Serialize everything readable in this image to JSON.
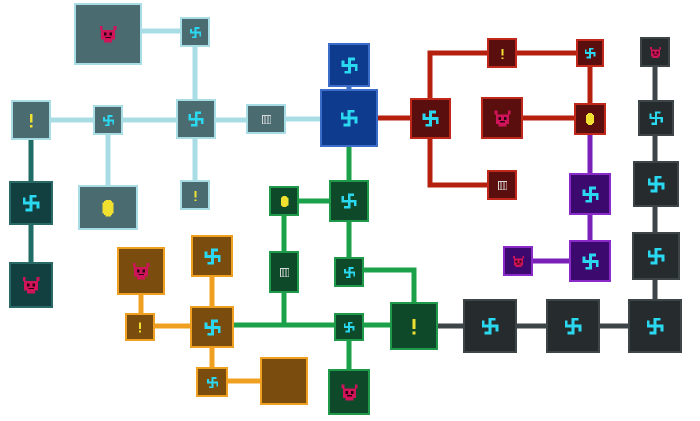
{
  "title": "",
  "palette": {
    "slate": {
      "fill": "#4a6b70",
      "border": "#a9dde6",
      "line": "#a9dde6"
    },
    "teal": {
      "fill": "#123f3f",
      "border": "#2a6a66",
      "line": "#1f6b66"
    },
    "blue": {
      "fill": "#0f3b8f",
      "border": "#3b6cc8",
      "line": "#3b6cc8"
    },
    "red": {
      "fill": "#5a0e0e",
      "border": "#c0281c",
      "line": "#b5200e"
    },
    "purple": {
      "fill": "#3c0a6e",
      "border": "#8a2bc9",
      "line": "#7a1fb8"
    },
    "green": {
      "fill": "#0e4a2a",
      "border": "#1f9a4a",
      "line": "#1aa14a"
    },
    "orange": {
      "fill": "#7a4d0e",
      "border": "#f0a020",
      "line": "#f0a020"
    },
    "dark": {
      "fill": "#262c2e",
      "border": "#3e4548",
      "line": "#3e4548"
    }
  },
  "icons": {
    "portal": {
      "name": "portal-swirl-icon",
      "color": "#2ad8f0"
    },
    "boss": {
      "name": "demon-skull-icon",
      "color": "#d0145a"
    },
    "key": {
      "name": "exclamation-icon",
      "color": "#f0e030"
    },
    "coin": {
      "name": "gold-coin-icon",
      "color": "#f0e030"
    },
    "gate": {
      "name": "iron-gate-icon",
      "color": "#d8d8d8"
    },
    "empty": {
      "name": "empty-room",
      "color": ""
    }
  },
  "rooms": [
    {
      "id": "s-boss",
      "zone": "slate",
      "icon": "boss"
    },
    {
      "id": "s-p1",
      "zone": "slate",
      "icon": "portal"
    },
    {
      "id": "s-key1",
      "zone": "slate",
      "icon": "key"
    },
    {
      "id": "s-p2",
      "zone": "slate",
      "icon": "portal"
    },
    {
      "id": "s-p3",
      "zone": "slate",
      "icon": "portal"
    },
    {
      "id": "s-gate",
      "zone": "slate",
      "icon": "gate"
    },
    {
      "id": "s-coin",
      "zone": "slate",
      "icon": "coin"
    },
    {
      "id": "s-key2",
      "zone": "slate",
      "icon": "key"
    },
    {
      "id": "t-p1",
      "zone": "teal",
      "icon": "portal"
    },
    {
      "id": "t-boss",
      "zone": "teal",
      "icon": "boss"
    },
    {
      "id": "b-top",
      "zone": "blue",
      "icon": "portal"
    },
    {
      "id": "b-main",
      "zone": "blue",
      "icon": "portal"
    },
    {
      "id": "r-key",
      "zone": "red",
      "icon": "key"
    },
    {
      "id": "r-ptop",
      "zone": "red",
      "icon": "portal"
    },
    {
      "id": "r-hub",
      "zone": "red",
      "icon": "portal"
    },
    {
      "id": "r-boss",
      "zone": "red",
      "icon": "boss"
    },
    {
      "id": "r-coin",
      "zone": "red",
      "icon": "coin"
    },
    {
      "id": "r-gate",
      "zone": "red",
      "icon": "gate"
    },
    {
      "id": "pu-p1",
      "zone": "purple",
      "icon": "portal"
    },
    {
      "id": "pu-p2",
      "zone": "purple",
      "icon": "portal"
    },
    {
      "id": "pu-boss",
      "zone": "purple",
      "icon": "boss"
    },
    {
      "id": "g-coin",
      "zone": "green",
      "icon": "coin"
    },
    {
      "id": "g-p1",
      "zone": "green",
      "icon": "portal"
    },
    {
      "id": "g-gate",
      "zone": "green",
      "icon": "gate"
    },
    {
      "id": "g-p2",
      "zone": "green",
      "icon": "portal"
    },
    {
      "id": "g-key",
      "zone": "green",
      "icon": "key"
    },
    {
      "id": "g-p3",
      "zone": "green",
      "icon": "portal"
    },
    {
      "id": "g-boss",
      "zone": "green",
      "icon": "boss"
    },
    {
      "id": "o-boss",
      "zone": "orange",
      "icon": "boss"
    },
    {
      "id": "o-p1",
      "zone": "orange",
      "icon": "portal"
    },
    {
      "id": "o-key",
      "zone": "orange",
      "icon": "key"
    },
    {
      "id": "o-hub",
      "zone": "orange",
      "icon": "portal"
    },
    {
      "id": "o-p2",
      "zone": "orange",
      "icon": "portal"
    },
    {
      "id": "o-empty",
      "zone": "orange",
      "icon": "empty"
    },
    {
      "id": "d-boss",
      "zone": "dark",
      "icon": "boss"
    },
    {
      "id": "d-p1",
      "zone": "dark",
      "icon": "portal"
    },
    {
      "id": "d-p2",
      "zone": "dark",
      "icon": "portal"
    },
    {
      "id": "d-p3",
      "zone": "dark",
      "icon": "portal"
    },
    {
      "id": "d-p4",
      "zone": "dark",
      "icon": "portal"
    },
    {
      "id": "d-p5",
      "zone": "dark",
      "icon": "portal"
    },
    {
      "id": "d-p6",
      "zone": "dark",
      "icon": "portal"
    }
  ]
}
